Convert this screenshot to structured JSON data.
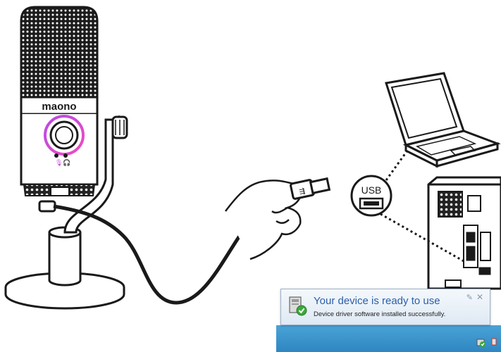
{
  "microphone": {
    "brand": "maono"
  },
  "usb_badge": {
    "label": "USB"
  },
  "notification": {
    "title": "Your device is ready to use",
    "body": "Device driver software installed successfully.",
    "pin_glyph": "✎",
    "close_glyph": "✕"
  },
  "colors": {
    "knob_ring": "#e04ad8",
    "notif_title": "#2a5fa8",
    "taskbar": "#3a93cc",
    "line_art": "#1a1a1a"
  },
  "icons": [
    "microphone",
    "usb-cable",
    "hand",
    "laptop",
    "desktop-tower",
    "usb-port",
    "device-driver-icon",
    "tray-device-icon"
  ]
}
